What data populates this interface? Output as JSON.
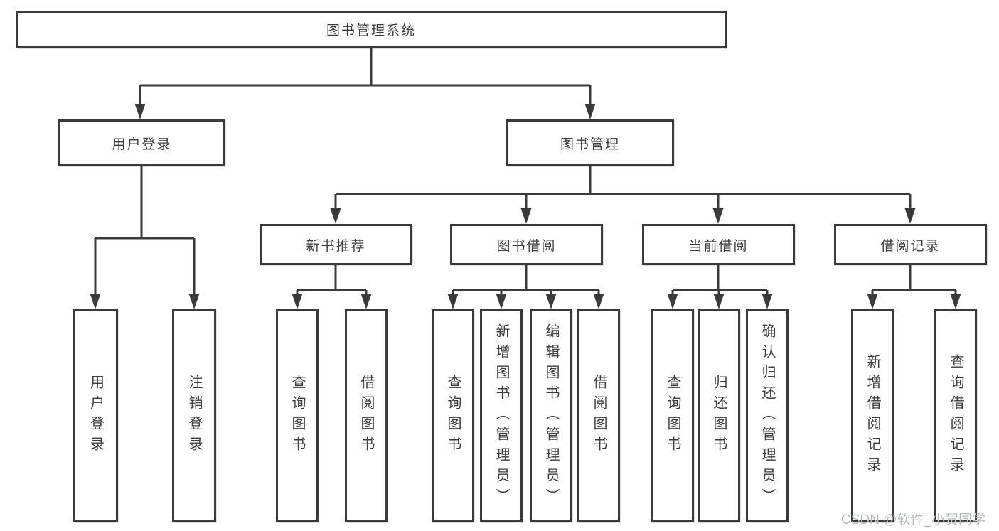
{
  "diagram": {
    "type": "hierarchy-chart",
    "colors": {
      "line": "#3a3a3a",
      "text": "#3d3d3d",
      "watermark": "#b9bcbd",
      "background": "#ffffff"
    },
    "root": {
      "label": "图书管理系统"
    },
    "branches": [
      {
        "label": "用户登录",
        "children": [
          {
            "label": "用户登录"
          },
          {
            "label": "注销登录"
          }
        ]
      },
      {
        "label": "图书管理",
        "children": [
          {
            "label": "新书推荐",
            "children": [
              {
                "label": "查询图书"
              },
              {
                "label": "借阅图书"
              }
            ]
          },
          {
            "label": "图书借阅",
            "children": [
              {
                "label": "查询图书"
              },
              {
                "label": "新增图书（管理员）"
              },
              {
                "label": "编辑图书（管理员）"
              },
              {
                "label": "借阅图书"
              }
            ]
          },
          {
            "label": "当前借阅",
            "children": [
              {
                "label": "查询图书"
              },
              {
                "label": "归还图书"
              },
              {
                "label": "确认归还（管理员）"
              }
            ]
          },
          {
            "label": "借阅记录",
            "children": [
              {
                "label": "新增借阅记录"
              },
              {
                "label": "查询借阅记录"
              }
            ]
          }
        ]
      }
    ],
    "watermark": "CSDN @软件_小贺同学"
  }
}
